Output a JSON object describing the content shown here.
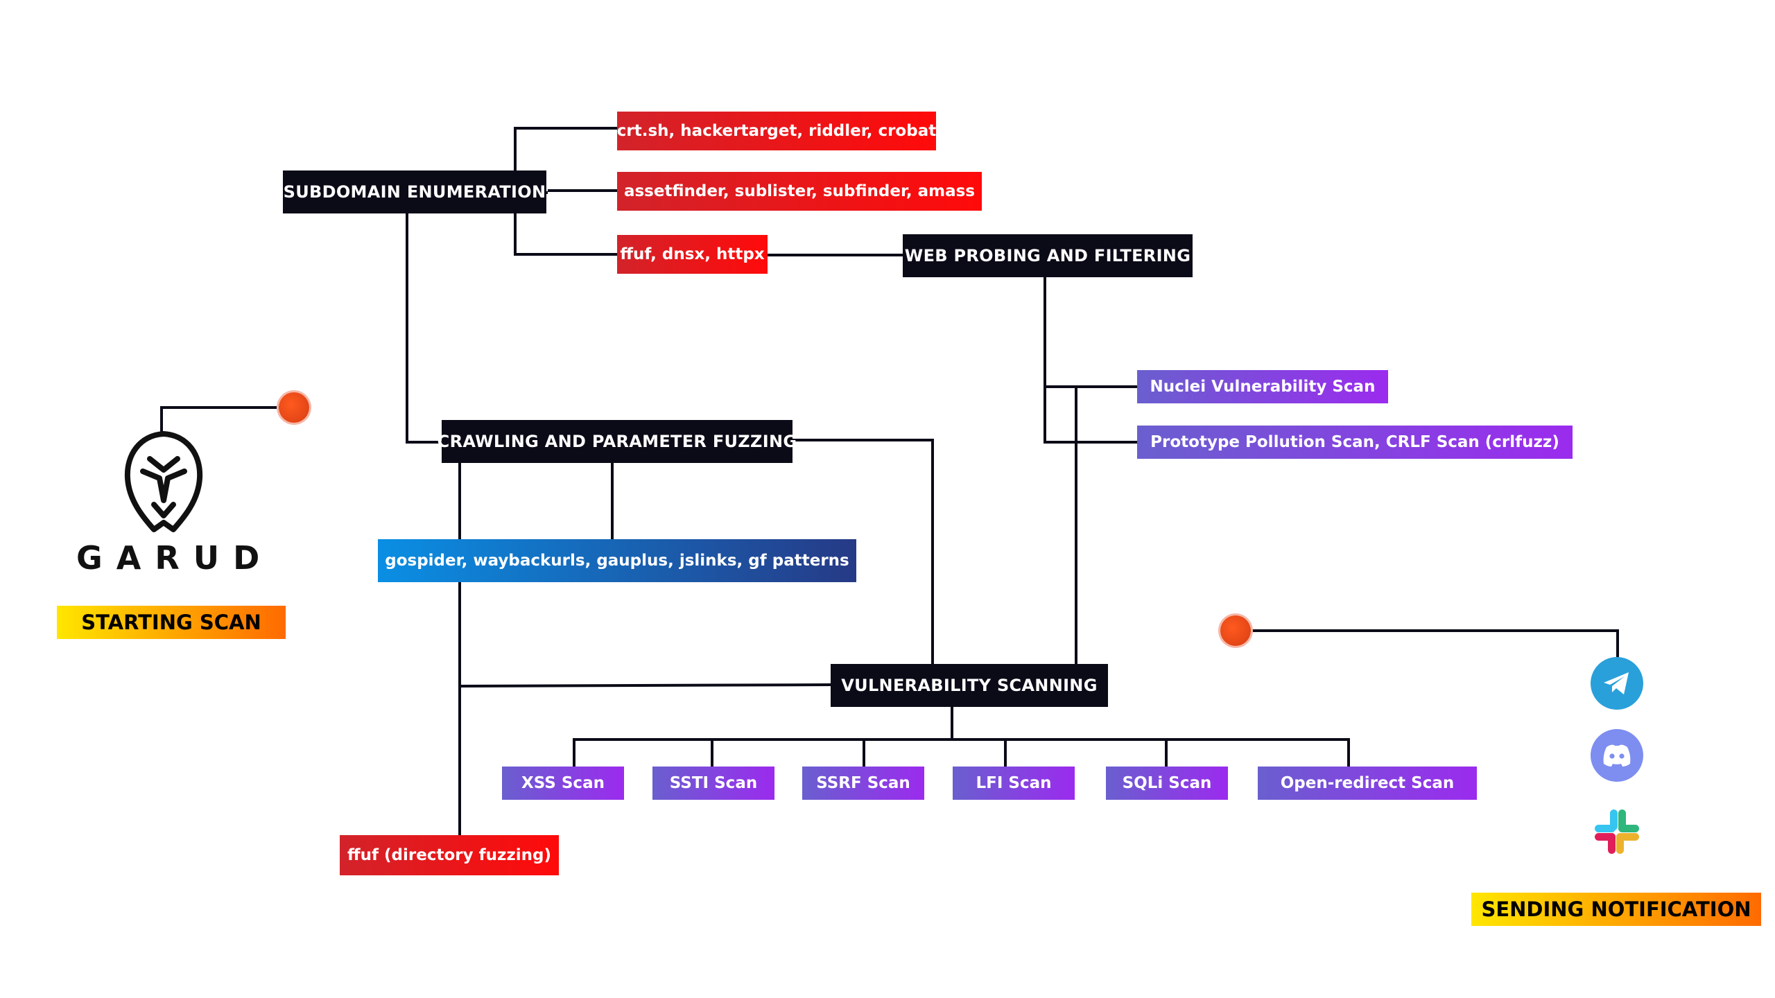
{
  "nodes": {
    "subdomain_enumeration": "SUBDOMAIN ENUMERATION",
    "web_probing": "WEB PROBING AND FILTERING",
    "crawling": "CRAWLING AND PARAMETER FUZZING",
    "vuln_scanning": "VULNERABILITY SCANNING"
  },
  "tools": {
    "passive_sources": "crt.sh, hackertarget, riddler, crobat",
    "subdomain_tools": "assetfinder, sublister, subfinder, amass",
    "probe_tools": "ffuf, dnsx, httpx",
    "crawl_tools": "gospider, waybackurls, gauplus, jslinks, gf patterns",
    "dir_fuzz": "ffuf (directory fuzzing)"
  },
  "scans": {
    "nuclei": "Nuclei Vulnerability Scan",
    "prototype": "Prototype Pollution Scan, CRLF Scan (crlfuzz)",
    "list": [
      "XSS Scan",
      "SSTI Scan",
      "SSRF Scan",
      "LFI Scan",
      "SQLi Scan",
      "Open-redirect Scan"
    ]
  },
  "logo_text": "GARUD",
  "labels": {
    "start": "STARTING SCAN",
    "notify": "SENDING NOTIFICATION"
  },
  "notify_icons": [
    "telegram-icon",
    "discord-icon",
    "slack-icon"
  ],
  "colors": {
    "dark_box": "#0b0b18",
    "red": "#ff0a0a",
    "blue": "#0a8fe4",
    "purple": "#6a5fcf",
    "label_from": "#ffe600",
    "label_to": "#ff6a00",
    "dot": "#ff5a1f",
    "telegram": "#29a0da",
    "discord": "#7d8ef0"
  }
}
